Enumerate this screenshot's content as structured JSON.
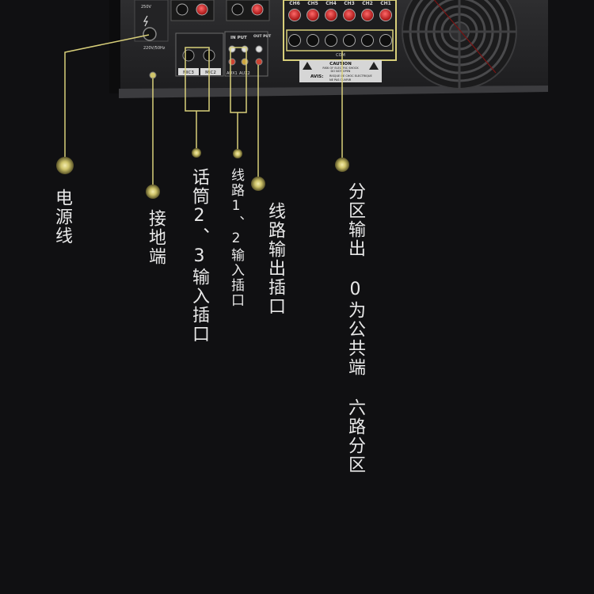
{
  "panel": {
    "voltage_label": "220V/50Hz",
    "voltage_rating": "250V",
    "input_header": "IN PUT",
    "output_header": "OUT PUT",
    "mic_labels": [
      "MIC3",
      "MIC2"
    ],
    "aux_labels": [
      "AUX1",
      "AUX2"
    ],
    "channels": [
      "CH6",
      "CH5",
      "CH4",
      "CH3",
      "CH2",
      "CH1"
    ],
    "com_label": "COM",
    "caution_title": "CAUTION",
    "caution_line1": "RISK OF ELECTRIC SHOCK",
    "caution_line2": "DO NOT OPEN",
    "avis_title": "AVIS:",
    "avis_line1": "RISQUE DE CHOC ELECTRIQUE",
    "avis_line2": "NE PAS OUVRIR"
  },
  "callouts": {
    "power": "电源线",
    "ground": "接地端",
    "mic": "话筒2、3输入插口",
    "line_in": "线路1、2输入插口",
    "line_out": "线路输出插口",
    "zones": "分区输出 0为公共端 六路分区"
  },
  "colors": {
    "background": "#101012",
    "accent": "#d8cf7a",
    "panel": "#2b2b2d"
  }
}
